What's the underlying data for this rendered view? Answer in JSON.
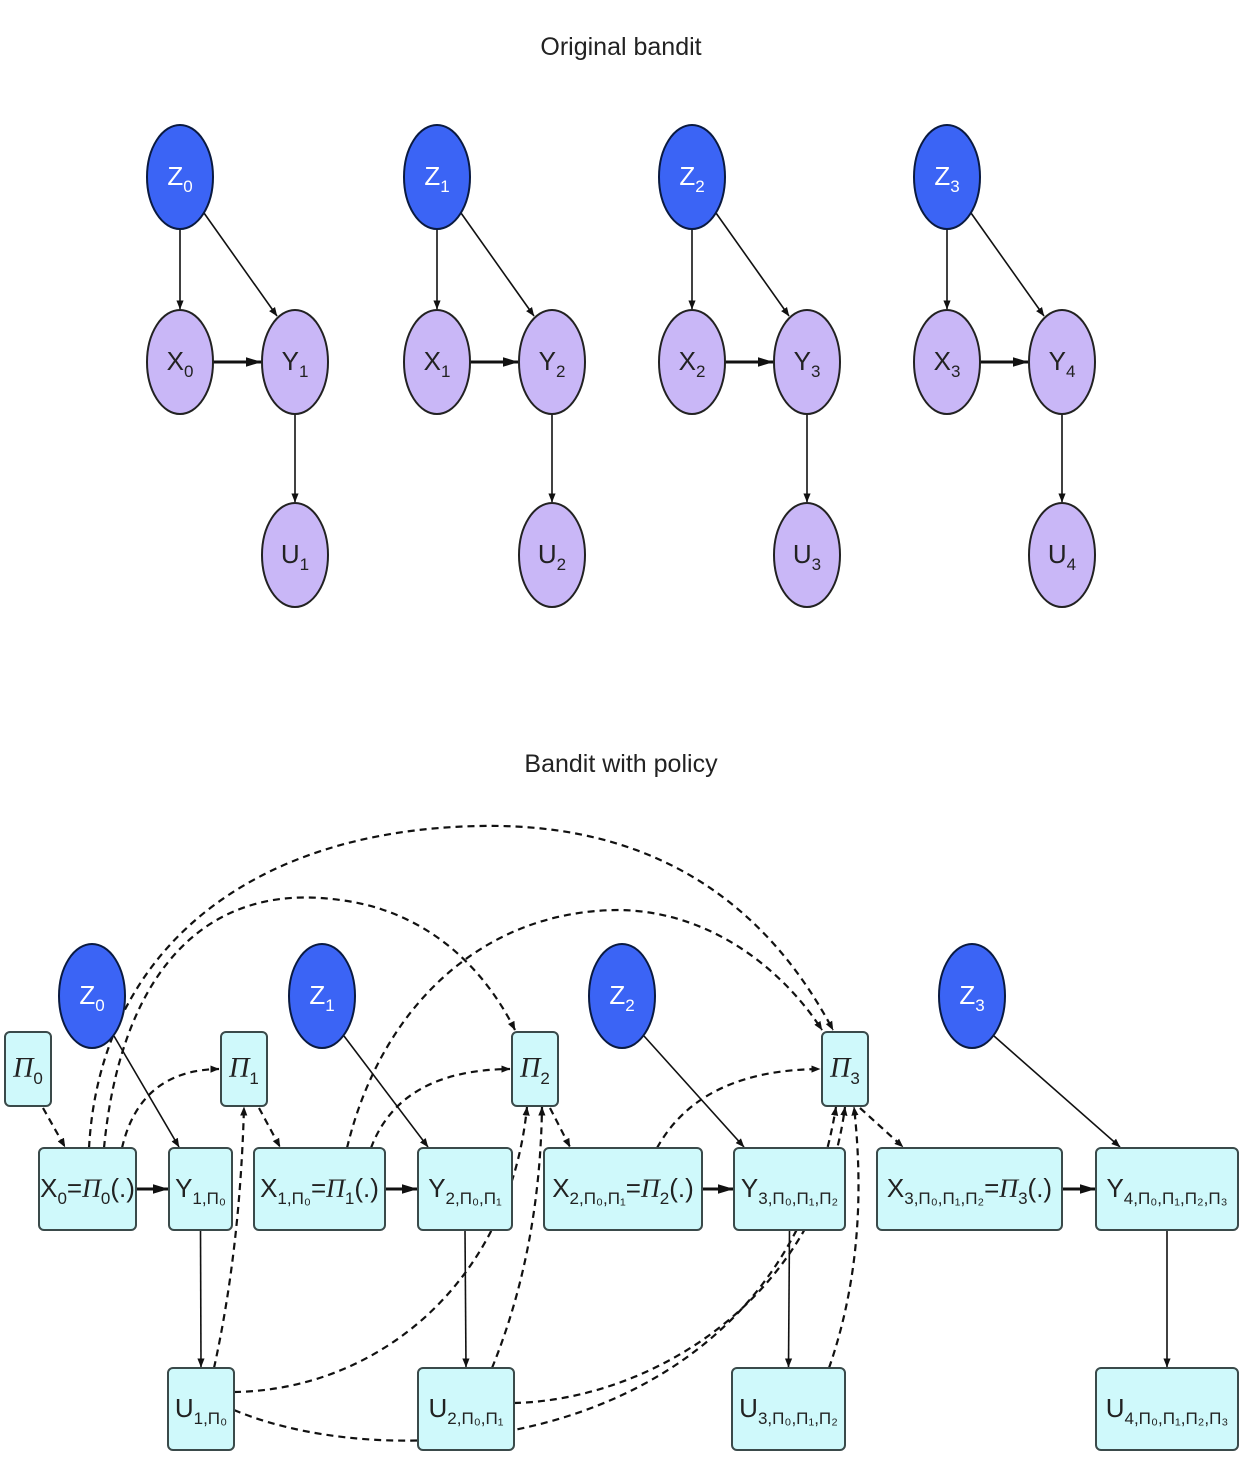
{
  "colors": {
    "z_fill": "#3B64F5",
    "z_stroke": "#0a1a40",
    "orig_fill": "#C9B7F7",
    "orig_stroke": "#222222",
    "box_fill": "#CFF9FB",
    "box_stroke": "#3a4a4a",
    "edge": "#111111"
  },
  "top": {
    "title": "Original bandit",
    "groups": [
      {
        "z": {
          "base": "Z",
          "sub": "0"
        },
        "x": {
          "base": "X",
          "sub": "0"
        },
        "y": {
          "base": "Y",
          "sub": "1"
        },
        "u": {
          "base": "U",
          "sub": "1"
        }
      },
      {
        "z": {
          "base": "Z",
          "sub": "1"
        },
        "x": {
          "base": "X",
          "sub": "1"
        },
        "y": {
          "base": "Y",
          "sub": "2"
        },
        "u": {
          "base": "U",
          "sub": "2"
        }
      },
      {
        "z": {
          "base": "Z",
          "sub": "2"
        },
        "x": {
          "base": "X",
          "sub": "2"
        },
        "y": {
          "base": "Y",
          "sub": "3"
        },
        "u": {
          "base": "U",
          "sub": "3"
        }
      },
      {
        "z": {
          "base": "Z",
          "sub": "3"
        },
        "x": {
          "base": "X",
          "sub": "3"
        },
        "y": {
          "base": "Y",
          "sub": "4"
        },
        "u": {
          "base": "U",
          "sub": "4"
        }
      }
    ],
    "edges": [
      "Z→X",
      "Z→Y",
      "X→Y",
      "Y→U"
    ]
  },
  "bottom": {
    "title": "Bandit with policy",
    "nodes": {
      "Z0": {
        "base": "Z",
        "sub": "0"
      },
      "Z1": {
        "base": "Z",
        "sub": "1"
      },
      "Z2": {
        "base": "Z",
        "sub": "2"
      },
      "Z3": {
        "base": "Z",
        "sub": "3"
      },
      "P0": {
        "base": "Π",
        "sub": "0"
      },
      "P1": {
        "base": "Π",
        "sub": "1"
      },
      "P2": {
        "base": "Π",
        "sub": "2"
      },
      "P3": {
        "base": "Π",
        "sub": "3"
      },
      "X0": {
        "label": "X₀=Π₀(.)",
        "base": "X",
        "sub": "0",
        "rhs": "Π",
        "rhs_sub": "0",
        "tail": "(.)"
      },
      "Y1": {
        "base": "Y",
        "sub": "1,Π₀"
      },
      "X1": {
        "base": "X",
        "sub": "1,Π₀",
        "rhs": "Π",
        "rhs_sub": "1",
        "tail": "(.)"
      },
      "Y2": {
        "base": "Y",
        "sub": "2,Π₀,Π₁"
      },
      "X2": {
        "base": "X",
        "sub": "2,Π₀,Π₁",
        "rhs": "Π",
        "rhs_sub": "2",
        "tail": "(.)"
      },
      "Y3": {
        "base": "Y",
        "sub": "3,Π₀,Π₁,Π₂"
      },
      "X3": {
        "base": "X",
        "sub": "3,Π₀,Π₁,Π₂",
        "rhs": "Π",
        "rhs_sub": "3",
        "tail": "(.)"
      },
      "Y4": {
        "base": "Y",
        "sub": "4,Π₀,Π₁,Π₂,Π₃"
      },
      "U1": {
        "base": "U",
        "sub": "1,Π₀"
      },
      "U2": {
        "base": "U",
        "sub": "2,Π₀,Π₁"
      },
      "U3": {
        "base": "U",
        "sub": "3,Π₀,Π₁,Π₂"
      },
      "U4": {
        "base": "U",
        "sub": "4,Π₀,Π₁,Π₂,Π₃"
      }
    },
    "solid_edges": [
      [
        "Z0",
        "Y1"
      ],
      [
        "Z1",
        "Y2"
      ],
      [
        "Z2",
        "Y3"
      ],
      [
        "Z3",
        "Y4"
      ],
      [
        "X0",
        "Y1"
      ],
      [
        "X1",
        "Y2"
      ],
      [
        "X2",
        "Y3"
      ],
      [
        "X3",
        "Y4"
      ],
      [
        "Y1",
        "U1"
      ],
      [
        "Y2",
        "U2"
      ],
      [
        "Y3",
        "U3"
      ],
      [
        "Y4",
        "U4"
      ]
    ],
    "dashed_edges": [
      [
        "P0",
        "X0"
      ],
      [
        "P1",
        "X1"
      ],
      [
        "P2",
        "X2"
      ],
      [
        "P3",
        "X3"
      ],
      [
        "X0",
        "P1"
      ],
      [
        "X0",
        "P2"
      ],
      [
        "X0",
        "P3"
      ],
      [
        "X1",
        "P2"
      ],
      [
        "X1",
        "P3"
      ],
      [
        "X2",
        "P3"
      ],
      [
        "U1",
        "P1"
      ],
      [
        "U1",
        "P2"
      ],
      [
        "U1",
        "P3"
      ],
      [
        "U2",
        "P2"
      ],
      [
        "U2",
        "P3"
      ],
      [
        "U3",
        "P3"
      ]
    ]
  }
}
